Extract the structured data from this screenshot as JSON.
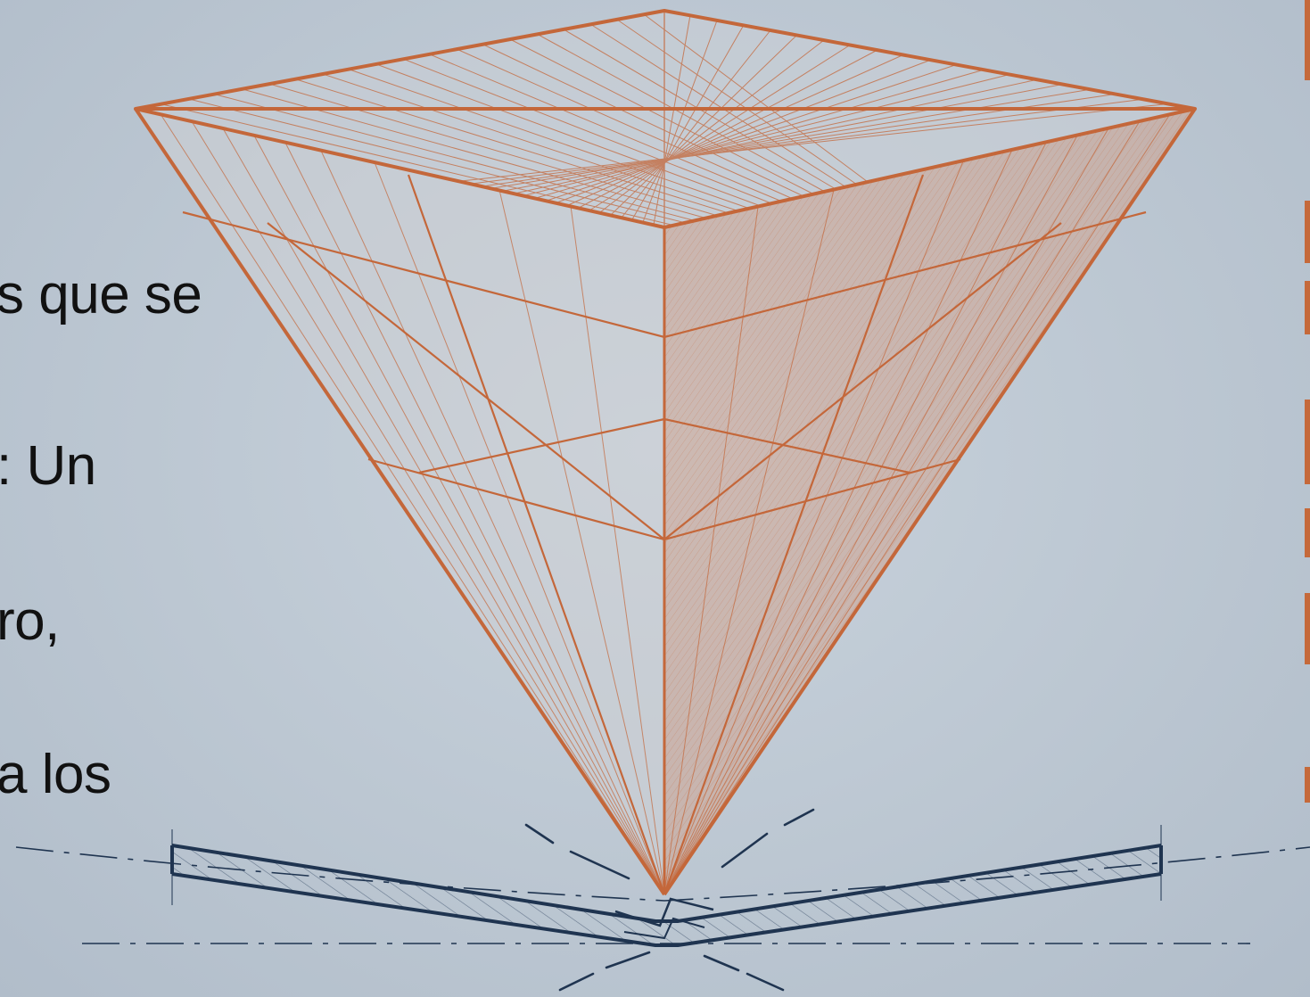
{
  "text_fragments": [
    "s que se",
    ": Un",
    "ro,",
    "a los"
  ],
  "colors": {
    "background": "#bcc7d2",
    "pyramid_stroke": "#c4673a",
    "pyramid_fill_light": "#d6c9c2",
    "pyramid_fill_shaded": "#cfa08a",
    "plate_stroke": "#1f3450",
    "text": "#111111"
  }
}
